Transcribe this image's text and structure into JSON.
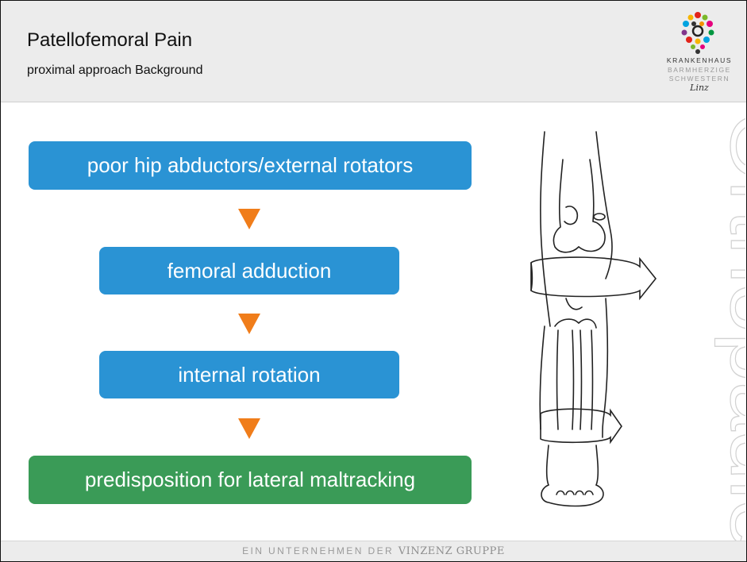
{
  "header": {
    "title": "Patellofemoral Pain",
    "subtitle": "proximal approach Background"
  },
  "logo": {
    "line1": "KRANKENHAUS",
    "line2": "BARMHERZIGE",
    "line3": "SCHWESTERN",
    "signature": "Linz"
  },
  "flow": {
    "step1": "poor hip abductors/external rotators",
    "step2": "femoral adduction",
    "step3": "internal rotation",
    "step4": "predisposition for lateral maltracking"
  },
  "side_label": "Orthopädie",
  "footer": {
    "prefix": "EIN UNTERNEHMEN DER",
    "brand": "VINZENZ GRUPPE"
  },
  "colors": {
    "box_blue": "#2a93d4",
    "box_green": "#3a9b57",
    "arrow_orange": "#f07d1a"
  }
}
